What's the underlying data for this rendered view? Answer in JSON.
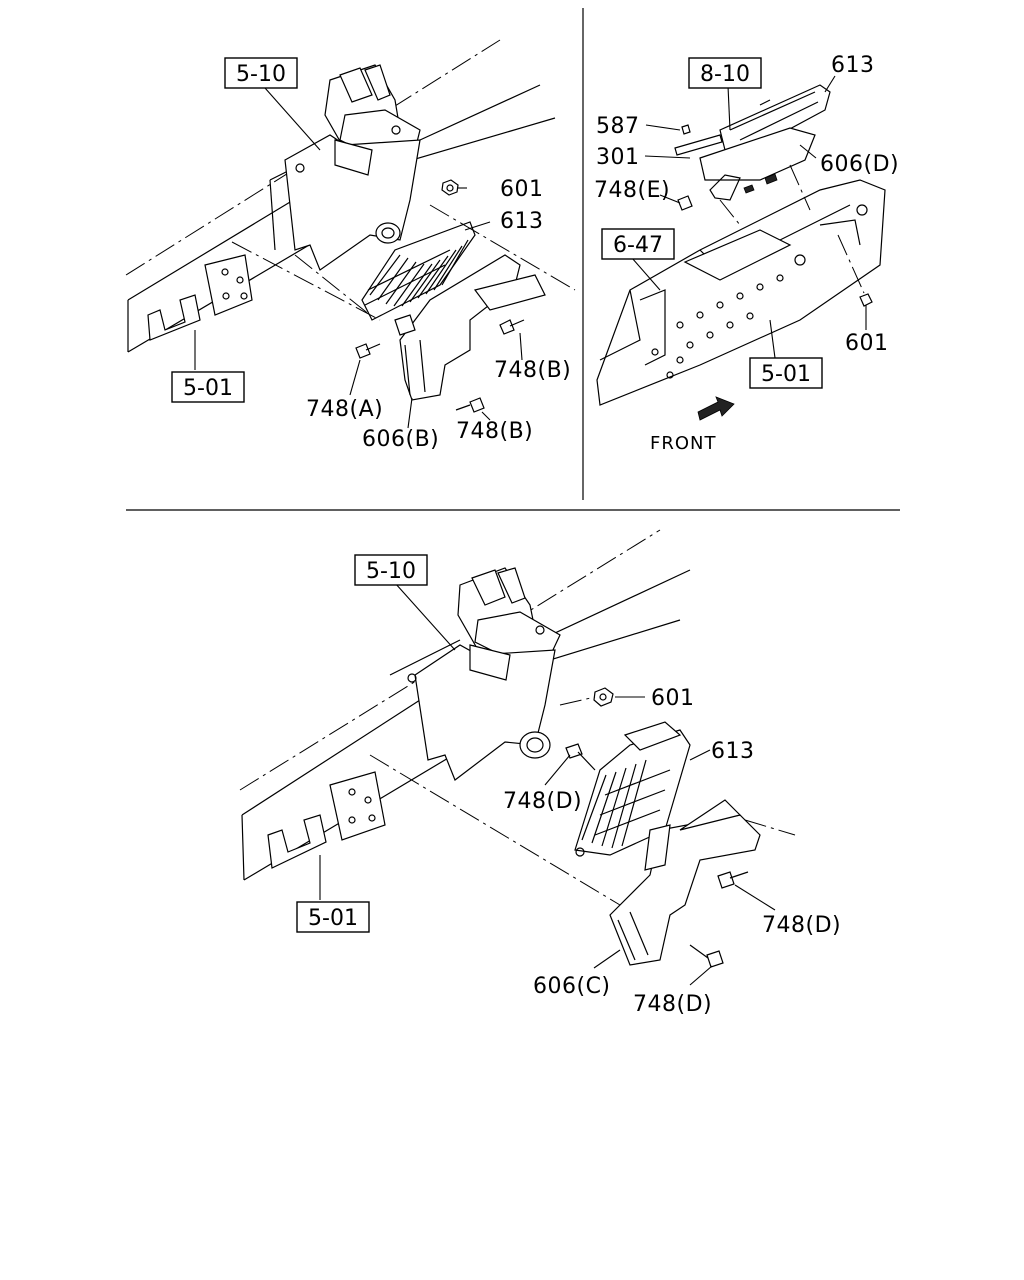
{
  "views": {
    "top_left": {
      "ref_boxes": [
        "5-10",
        "5-01"
      ],
      "callouts": [
        "601",
        "613",
        "748(B)",
        "748(A)",
        "606(B)",
        "748(B)"
      ]
    },
    "top_right": {
      "ref_boxes": [
        "8-10",
        "6-47",
        "5-01"
      ],
      "callouts": [
        "613",
        "587",
        "301",
        "606(D)",
        "748(E)",
        "601"
      ],
      "direction_label": "FRONT"
    },
    "bottom": {
      "ref_boxes": [
        "5-10",
        "5-01"
      ],
      "callouts": [
        "601",
        "613",
        "748(D)",
        "748(D)",
        "606(C)",
        "748(D)"
      ]
    }
  }
}
